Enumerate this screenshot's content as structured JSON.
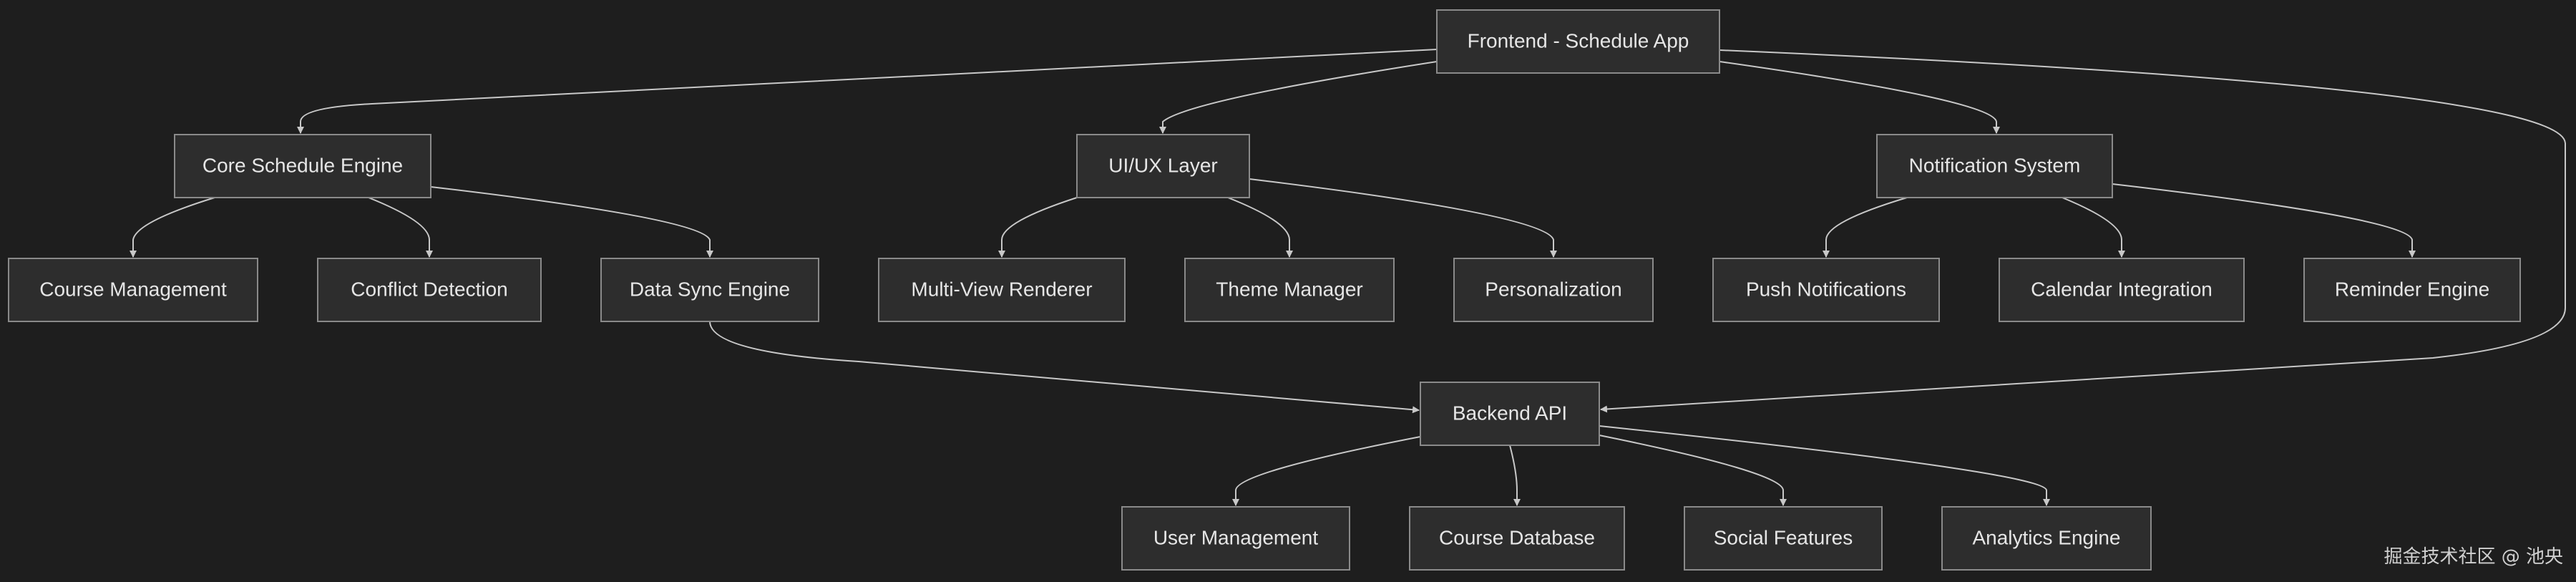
{
  "nodes": {
    "frontend": "Frontend - Schedule App",
    "core_engine": "Core Schedule Engine",
    "ui_layer": "UI/UX Layer",
    "notification_system": "Notification System",
    "course_management": "Course Management",
    "conflict_detection": "Conflict Detection",
    "data_sync": "Data Sync Engine",
    "multi_view": "Multi-View Renderer",
    "theme_manager": "Theme Manager",
    "personalization": "Personalization",
    "push_notifications": "Push Notifications",
    "calendar_integration": "Calendar Integration",
    "reminder_engine": "Reminder Engine",
    "backend_api": "Backend API",
    "user_management": "User Management",
    "course_database": "Course Database",
    "social_features": "Social Features",
    "analytics_engine": "Analytics Engine"
  },
  "edges": [
    [
      "frontend",
      "core_engine"
    ],
    [
      "frontend",
      "ui_layer"
    ],
    [
      "frontend",
      "notification_system"
    ],
    [
      "frontend",
      "backend_api"
    ],
    [
      "core_engine",
      "course_management"
    ],
    [
      "core_engine",
      "conflict_detection"
    ],
    [
      "core_engine",
      "data_sync"
    ],
    [
      "ui_layer",
      "multi_view"
    ],
    [
      "ui_layer",
      "theme_manager"
    ],
    [
      "ui_layer",
      "personalization"
    ],
    [
      "notification_system",
      "push_notifications"
    ],
    [
      "notification_system",
      "calendar_integration"
    ],
    [
      "notification_system",
      "reminder_engine"
    ],
    [
      "data_sync",
      "backend_api"
    ],
    [
      "backend_api",
      "user_management"
    ],
    [
      "backend_api",
      "course_database"
    ],
    [
      "backend_api",
      "social_features"
    ],
    [
      "backend_api",
      "analytics_engine"
    ]
  ],
  "watermark": "掘金技术社区 @ 池央",
  "colors": {
    "background": "#1e1e1e",
    "node_fill": "#2d2d2d",
    "node_border": "#8a8a8a",
    "edge": "#c8c8c8",
    "text": "#e6e6e6"
  }
}
